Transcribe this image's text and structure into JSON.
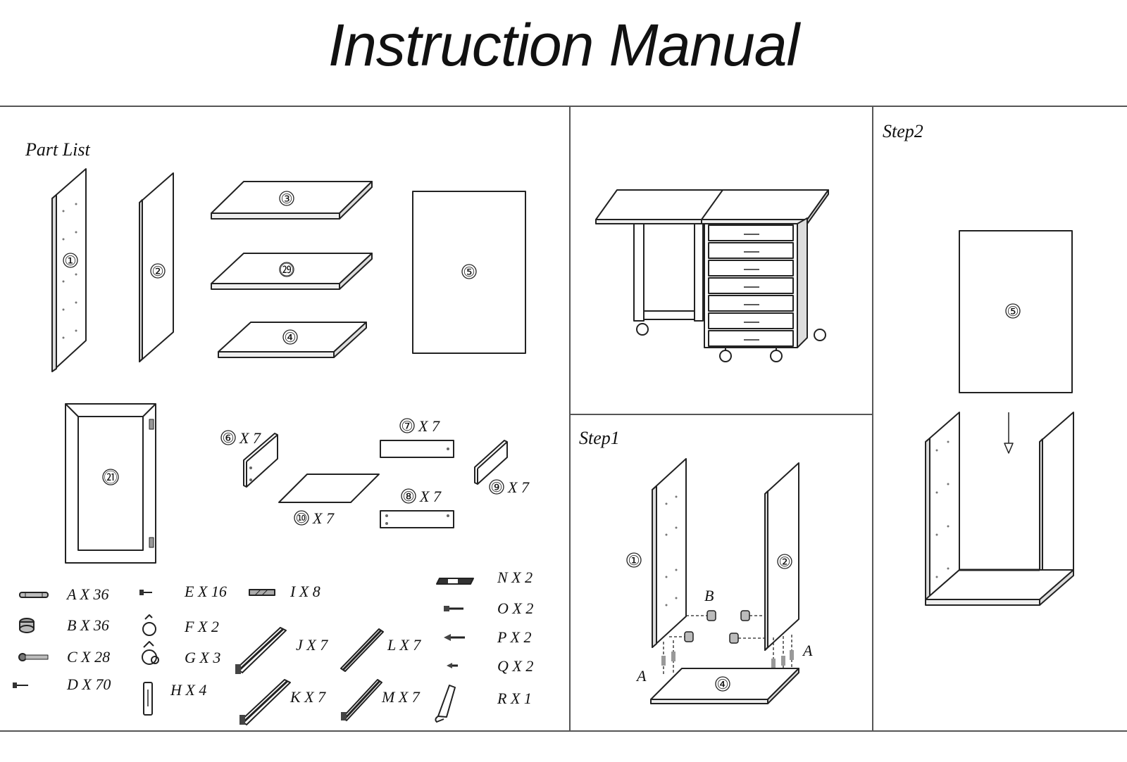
{
  "title": "Instruction Manual",
  "sections": {
    "part_list": "Part List",
    "step1": "Step1",
    "step2": "Step2"
  },
  "panels": {
    "p1": "①",
    "p2": "②",
    "p3": "③",
    "p29": "㉙",
    "p4": "④",
    "p5": "⑤",
    "p21": "㉑"
  },
  "small_parts": {
    "p6": "⑥",
    "p6_qty": "X 7",
    "p7": "⑦",
    "p7_qty": "X 7",
    "p8": "⑧",
    "p8_qty": "X 7",
    "p9": "⑨",
    "p9_qty": "X 7",
    "p10": "⑩",
    "p10_qty": "X 7"
  },
  "hardware": {
    "A": "A X 36",
    "B": "B X 36",
    "C": "C X 28",
    "D": "D X 70",
    "E": "E X 16",
    "F": "F X 2",
    "G": "G X 3",
    "H": "H X 4",
    "I": "I X 8",
    "J": "J X 7",
    "K": "K X 7",
    "L": "L X 7",
    "M": "M X 7",
    "N": "N X 2",
    "O": "O X 2",
    "P": "P X 2",
    "Q": "Q X 2",
    "R": "R X 1"
  },
  "step1_labels": {
    "p1": "①",
    "p2": "②",
    "p4": "④",
    "b": "B",
    "a_left": "A",
    "a_right": "A"
  },
  "step2_labels": {
    "p5": "⑤"
  }
}
